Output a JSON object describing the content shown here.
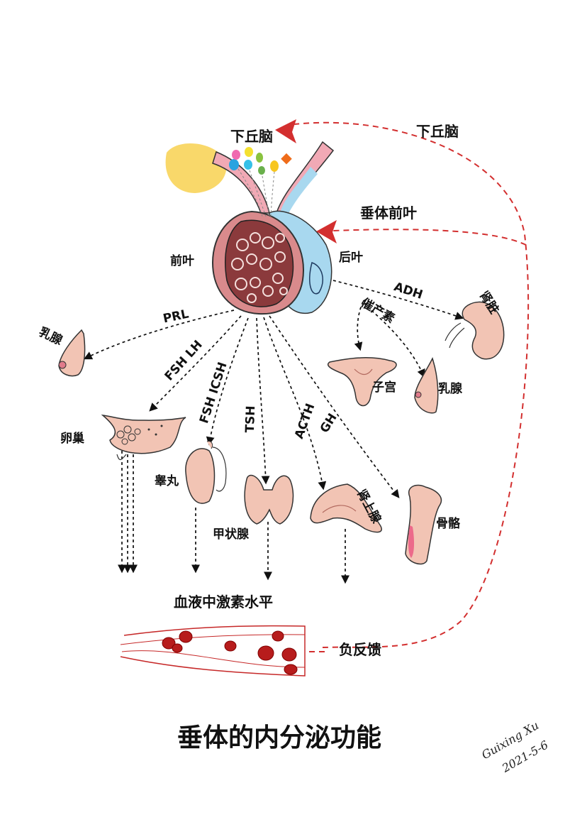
{
  "title": "垂体的内分泌功能",
  "signature": {
    "line1": "Guixing Xu",
    "line2": "2021-5-6"
  },
  "structures": {
    "hypothalamus": "下丘脑",
    "anterior_lobe": "前叶",
    "posterior_lobe": "后叶",
    "blood_level": "血液中激素水平",
    "negative_feedback": "负反馈"
  },
  "feedback_targets": {
    "hypothalamus": "下丘脑",
    "anterior_pituitary": "垂体前叶"
  },
  "hormones": {
    "prl": "PRL",
    "fsh_lh": "FSH LH",
    "fsh_icsh": "FSH ICSH",
    "tsh": "TSH",
    "acth": "ACTH",
    "gh": "GH",
    "adh": "ADH",
    "oxytocin": "催产素"
  },
  "organs": {
    "breast_left": "乳腺",
    "ovary": "卵巢",
    "testis": "睾丸",
    "thyroid": "甲状腺",
    "adrenal": "肾上腺",
    "bone": "骨骼",
    "uterus": "子宫",
    "breast_right": "乳腺",
    "kidney": "肾脏"
  },
  "colors": {
    "arrow_red": "#d32f2f",
    "vessel_red": "#c62828",
    "tissue_pink": "#f2c4b4",
    "lobe_blue": "#a8d8ef",
    "lobe_red": "#d98a8c"
  }
}
